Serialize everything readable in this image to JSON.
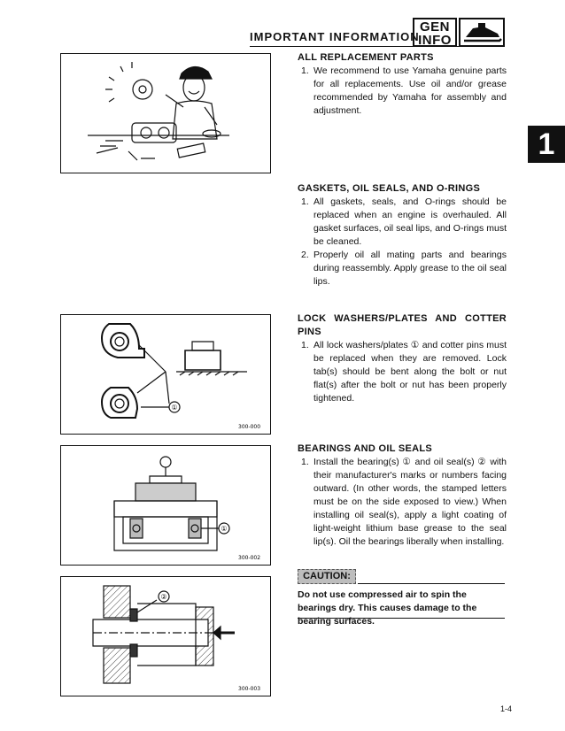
{
  "header": {
    "title": "IMPORTANT INFORMATION",
    "badge_line1": "GEN",
    "badge_line2": "INFO",
    "badge_icon": "snowmobile-icon"
  },
  "chapter_tab": "1",
  "sections": [
    {
      "heading": "ALL REPLACEMENT PARTS",
      "items": [
        {
          "num": "1.",
          "text": "We recommend to use Yamaha genuine parts for all replacements. Use oil and/or grease recommended by Yamaha for assembly and adjustment."
        }
      ]
    },
    {
      "heading": "GASKETS, OIL SEALS, AND O-RINGS",
      "items": [
        {
          "num": "1.",
          "text": "All gaskets, seals, and O-rings should be replaced when an engine is overhauled. All gasket surfaces, oil seal lips, and O-rings must be cleaned."
        },
        {
          "num": "2.",
          "text": "Properly oil all mating parts and bearings during reassembly. Apply grease to the oil seal lips."
        }
      ]
    },
    {
      "heading": "LOCK WASHERS/PLATES AND COTTER PINS",
      "items": [
        {
          "num": "1.",
          "text": "All lock washers/plates ① and cotter pins must be replaced when they are removed. Lock tab(s) should be bent along the bolt or nut flat(s) after the bolt or nut has been properly tightened."
        }
      ]
    },
    {
      "heading": "BEARINGS AND OIL SEALS",
      "items": [
        {
          "num": "1.",
          "text": "Install the bearing(s) ① and oil seal(s) ② with their manufacturer's marks or numbers facing outward. (In other words, the stamped letters must be on the side exposed to view.) When installing oil seal(s), apply a light coating of light-weight lithium base grease to the seal lip(s). Oil the bearings liberally when installing."
        }
      ]
    }
  ],
  "caution": {
    "label": "CAUTION:",
    "text": "Do not use compressed air to spin the bearings dry. This causes damage to the bearing surfaces."
  },
  "figures": [
    {
      "code": ""
    },
    {
      "code": "300-000",
      "callout": "①"
    },
    {
      "code": "300-002",
      "callout": "①"
    },
    {
      "code": "300-003",
      "callout": "②"
    }
  ],
  "page_number": "1-4"
}
